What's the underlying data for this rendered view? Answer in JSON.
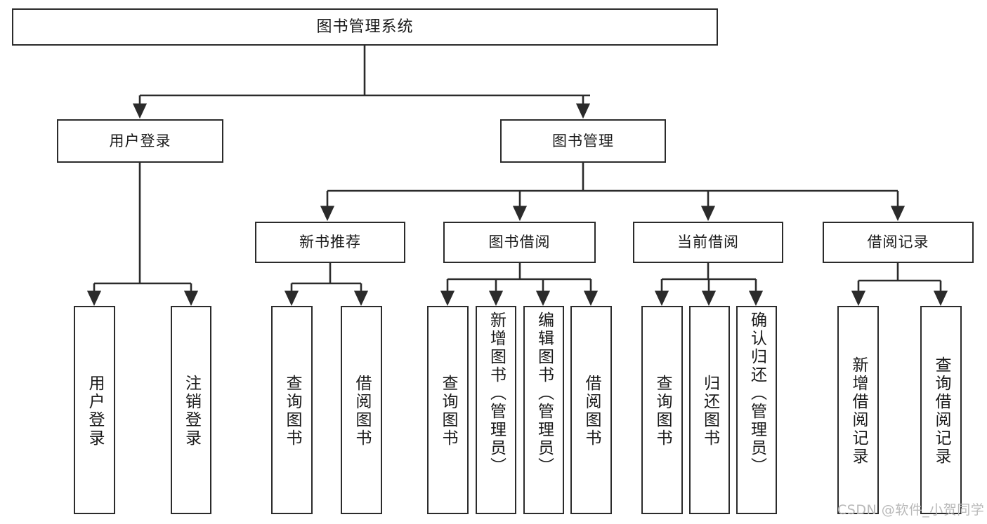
{
  "diagram": {
    "title": "图书管理系统",
    "type": "hierarchy-tree",
    "stroke_color": "#2b2b2b",
    "background_color": "#ffffff",
    "nodes": {
      "root": {
        "label": "图书管理系统"
      },
      "level2": [
        {
          "id": "user-login",
          "label": "用户登录"
        },
        {
          "id": "book-management",
          "label": "图书管理"
        }
      ],
      "level3": [
        {
          "id": "new-book-recommend",
          "label": "新书推荐"
        },
        {
          "id": "book-borrow",
          "label": "图书借阅"
        },
        {
          "id": "current-borrow",
          "label": "当前借阅"
        },
        {
          "id": "borrow-record",
          "label": "借阅记录"
        }
      ],
      "leaves": [
        {
          "id": "leaf-user-login",
          "label": "用户登录",
          "parent": "user-login"
        },
        {
          "id": "leaf-logout-login",
          "label": "注销登录",
          "parent": "user-login"
        },
        {
          "id": "leaf-query-book-1",
          "label": "查询图书",
          "parent": "new-book-recommend"
        },
        {
          "id": "leaf-borrow-book-1",
          "label": "借阅图书",
          "parent": "new-book-recommend"
        },
        {
          "id": "leaf-query-book-2",
          "label": "查询图书",
          "parent": "book-borrow"
        },
        {
          "id": "leaf-add-book",
          "label": "新增图书（管理员）",
          "parent": "book-borrow"
        },
        {
          "id": "leaf-edit-book",
          "label": "编辑图书（管理员）",
          "parent": "book-borrow"
        },
        {
          "id": "leaf-borrow-book-2",
          "label": "借阅图书",
          "parent": "book-borrow"
        },
        {
          "id": "leaf-query-book-3",
          "label": "查询图书",
          "parent": "current-borrow"
        },
        {
          "id": "leaf-return-book",
          "label": "归还图书",
          "parent": "current-borrow"
        },
        {
          "id": "leaf-confirm-return",
          "label": "确认归还（管理员）",
          "parent": "current-borrow"
        },
        {
          "id": "leaf-add-record",
          "label": "新增借阅记录",
          "parent": "borrow-record"
        },
        {
          "id": "leaf-query-record",
          "label": "查询借阅记录",
          "parent": "borrow-record"
        }
      ]
    }
  },
  "watermark": {
    "text": "CSDN @软件_小贺同学"
  }
}
